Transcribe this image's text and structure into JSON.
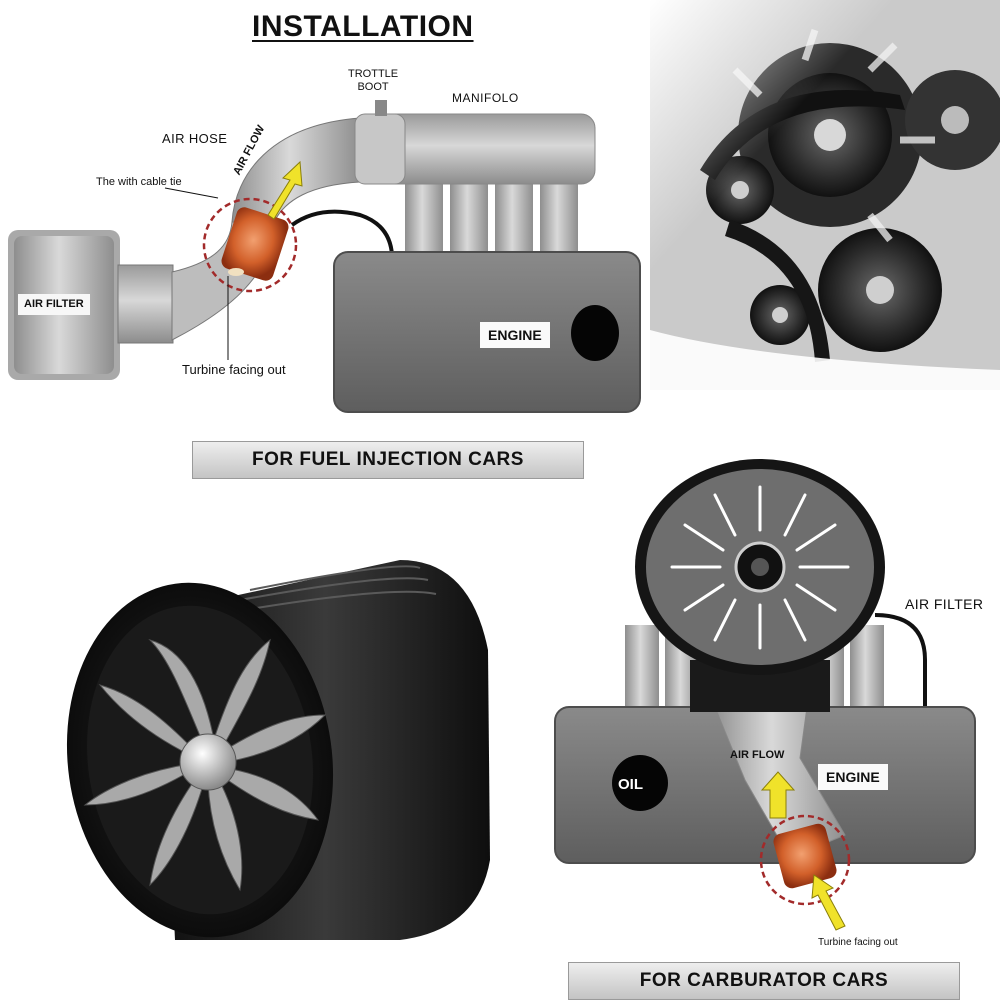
{
  "diagram": {
    "title": "INSTALLATION",
    "fuel_injection": {
      "trottle_boot": "TROTTLE\nBOOT",
      "manifold": "MANIFOLO",
      "air_hose": "AIR HOSE",
      "cable_tie": "The with cable tie",
      "air_flow": "AIR FLOW",
      "air_filter": "AIR FILTER",
      "turbine": "Turbine facing out",
      "engine": "ENGINE",
      "caption": "FOR FUEL INJECTION CARS"
    },
    "carburator": {
      "air_filter": "AIR FILTER",
      "air_flow": "AIR FLOW",
      "oil": "OIL",
      "engine": "ENGINE",
      "turbine": "Turbine facing out",
      "caption": "FOR CARBURATOR CARS"
    }
  },
  "colors": {
    "engine_block": "#757575",
    "pipe": "#b4b4b4",
    "turbo": "#d2602a",
    "arrow": "#f0e22a",
    "highlight_ring": "#a22a2a",
    "fan_body": "#151515"
  },
  "icons": [
    "airflow-arrow-icon",
    "turbo-fan-icon",
    "engine-belt-photo"
  ]
}
